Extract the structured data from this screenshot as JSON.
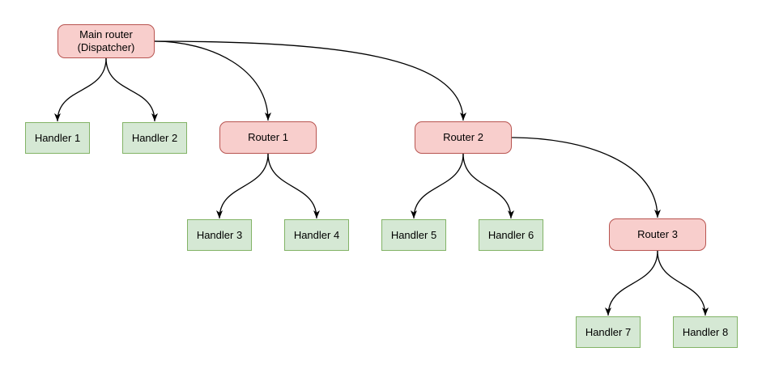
{
  "diagram": {
    "styles": {
      "canvas_bg": "#ffffff",
      "router_fill": "#f8cecc",
      "router_stroke": "#b85450",
      "handler_fill": "#d5e8d4",
      "handler_stroke": "#82b366",
      "edge_color": "#000000"
    },
    "nodes": [
      {
        "id": "main-router",
        "type": "router",
        "label": "Main router\n(Dispatcher)"
      },
      {
        "id": "handler-1",
        "type": "handler",
        "label": "Handler 1"
      },
      {
        "id": "handler-2",
        "type": "handler",
        "label": "Handler 2"
      },
      {
        "id": "router-1",
        "type": "router",
        "label": "Router 1"
      },
      {
        "id": "router-2",
        "type": "router",
        "label": "Router 2"
      },
      {
        "id": "handler-3",
        "type": "handler",
        "label": "Handler 3"
      },
      {
        "id": "handler-4",
        "type": "handler",
        "label": "Handler 4"
      },
      {
        "id": "handler-5",
        "type": "handler",
        "label": "Handler 5"
      },
      {
        "id": "handler-6",
        "type": "handler",
        "label": "Handler 6"
      },
      {
        "id": "router-3",
        "type": "router",
        "label": "Router 3"
      },
      {
        "id": "handler-7",
        "type": "handler",
        "label": "Handler 7"
      },
      {
        "id": "handler-8",
        "type": "handler",
        "label": "Handler 8"
      }
    ],
    "edges": [
      {
        "from": "main-router",
        "to": "handler-1"
      },
      {
        "from": "main-router",
        "to": "handler-2"
      },
      {
        "from": "main-router",
        "to": "router-1"
      },
      {
        "from": "main-router",
        "to": "router-2"
      },
      {
        "from": "router-1",
        "to": "handler-3"
      },
      {
        "from": "router-1",
        "to": "handler-4"
      },
      {
        "from": "router-2",
        "to": "handler-5"
      },
      {
        "from": "router-2",
        "to": "handler-6"
      },
      {
        "from": "router-2",
        "to": "router-3"
      },
      {
        "from": "router-3",
        "to": "handler-7"
      },
      {
        "from": "router-3",
        "to": "handler-8"
      }
    ]
  }
}
